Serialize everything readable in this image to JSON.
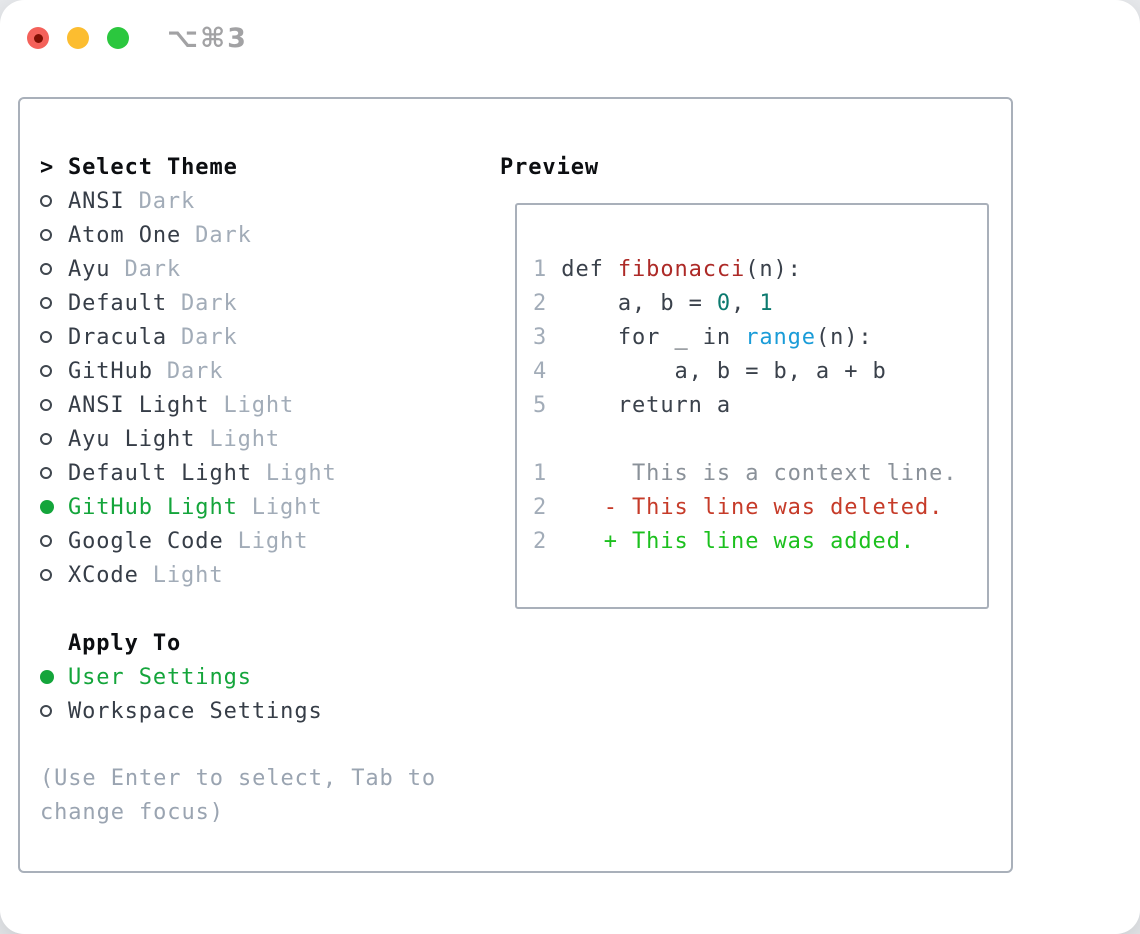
{
  "titlebar": {
    "shortcut": "⌥⌘3"
  },
  "theme_list": {
    "title_prefix": ">",
    "title": "Select Theme",
    "items": [
      {
        "name": "ANSI",
        "tag": "Dark",
        "selected": false
      },
      {
        "name": "Atom One",
        "tag": "Dark",
        "selected": false
      },
      {
        "name": "Ayu",
        "tag": "Dark",
        "selected": false
      },
      {
        "name": "Default",
        "tag": "Dark",
        "selected": false
      },
      {
        "name": "Dracula",
        "tag": "Dark",
        "selected": false
      },
      {
        "name": "GitHub",
        "tag": "Dark",
        "selected": false
      },
      {
        "name": "ANSI Light",
        "tag": "Light",
        "selected": false
      },
      {
        "name": "Ayu Light",
        "tag": "Light",
        "selected": false
      },
      {
        "name": "Default Light",
        "tag": "Light",
        "selected": false
      },
      {
        "name": "GitHub Light",
        "tag": "Light",
        "selected": true
      },
      {
        "name": "Google Code",
        "tag": "Light",
        "selected": false
      },
      {
        "name": "XCode",
        "tag": "Light",
        "selected": false
      }
    ]
  },
  "apply_to": {
    "title": "Apply To",
    "items": [
      {
        "name": "User Settings",
        "selected": true
      },
      {
        "name": "Workspace Settings",
        "selected": false
      }
    ]
  },
  "help_text": "(Use Enter to select, Tab to\nchange focus)",
  "preview": {
    "title": "Preview",
    "code_lines": [
      {
        "num": "1",
        "segments": [
          [
            " def ",
            "plain"
          ],
          [
            "fibonacci",
            "func"
          ],
          [
            "(n):",
            "plain"
          ]
        ]
      },
      {
        "num": "2",
        "segments": [
          [
            "     a, b = ",
            "plain"
          ],
          [
            "0",
            "num"
          ],
          [
            ", ",
            "plain"
          ],
          [
            "1",
            "num"
          ]
        ]
      },
      {
        "num": "3",
        "segments": [
          [
            "     for _ in ",
            "plain"
          ],
          [
            "range",
            "builtin"
          ],
          [
            "(n):",
            "plain"
          ]
        ]
      },
      {
        "num": "4",
        "segments": [
          [
            "         a, b = b, a + b",
            "plain"
          ]
        ]
      },
      {
        "num": "5",
        "segments": [
          [
            "     return a",
            "plain"
          ]
        ]
      }
    ],
    "diff_lines": [
      {
        "num": "1",
        "segments": [
          [
            "      This is a context line.",
            "context"
          ]
        ]
      },
      {
        "num": "2",
        "segments": [
          [
            "    ",
            "plain"
          ],
          [
            "- This line was deleted.",
            "del"
          ]
        ]
      },
      {
        "num": "2",
        "segments": [
          [
            "    ",
            "plain"
          ],
          [
            "+ This line was added.",
            "add"
          ]
        ]
      }
    ]
  },
  "colors": {
    "title": "#0c0e11",
    "item": "#363d47",
    "tag": "#a2acb8",
    "linenum": "#a2acb8",
    "help": "#9aa4b1",
    "context": "#8a9199",
    "selected": "#14a53b",
    "add": "#1cc01e",
    "del": "#c63b29",
    "func": "#ad2a27",
    "num": "#0c7a6f",
    "builtin": "#1a9cd8",
    "plain": "#3a414b",
    "border": "#a9b0ba",
    "circle": "#40474f",
    "shortcut": "#a2a2a4",
    "tl_red": "#f4615a",
    "tl_red_dot": "#7f0f03",
    "tl_yellow": "#fcbd30",
    "tl_green": "#2bc73e"
  }
}
